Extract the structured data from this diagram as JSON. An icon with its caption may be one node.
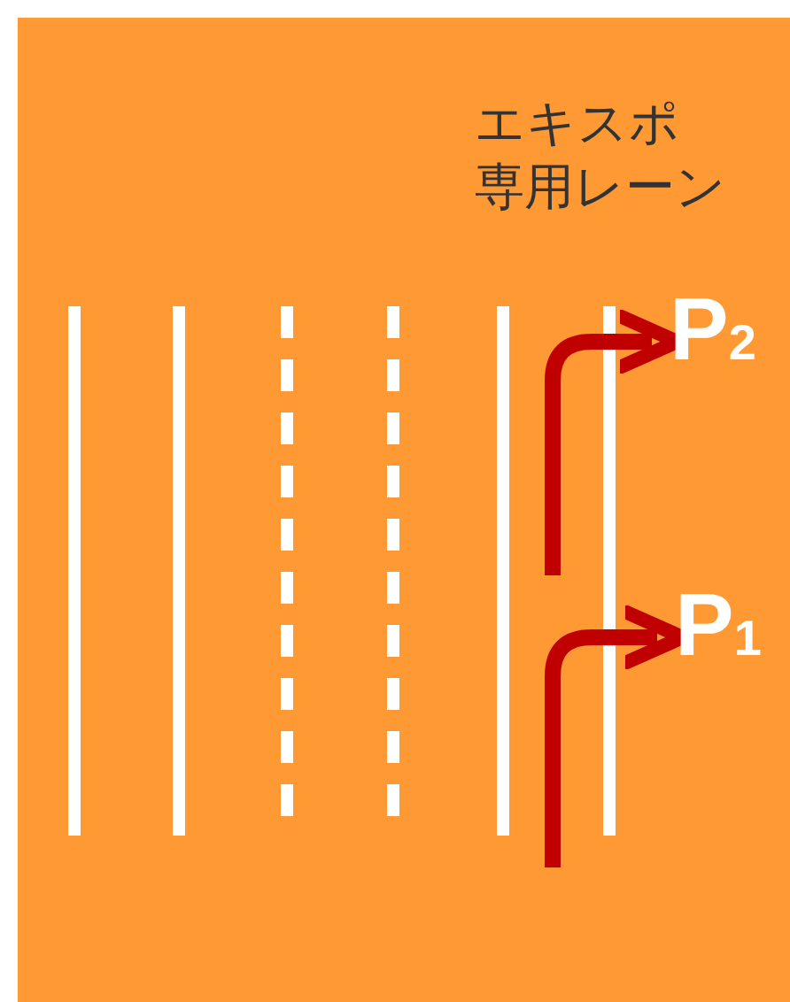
{
  "diagram": {
    "nodes": [
      {
        "text": [
          "P$_{2}$"
        ]
      },
      {
        "text": [
          "P$_{1}$"
        ]
      }
    ],
    "edges": [
      {
        "from": null,
        "to": 0,
        "arrow": "to",
        "color": "#c00000"
      },
      {
        "from": null,
        "to": 1,
        "arrow": "to",
        "color": "#c00000"
      }
    ],
    "labels": [
      "エキスポ専用レーン"
    ]
  }
}
